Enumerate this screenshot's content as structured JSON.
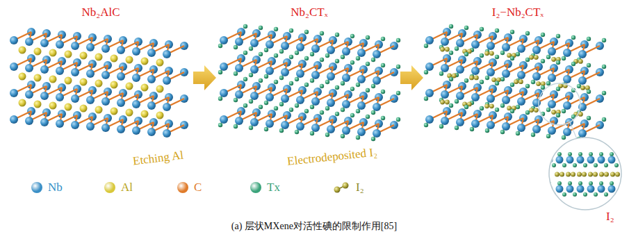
{
  "diagram": {
    "caption": "(a) 层状MXene对活性碘的限制作用[85]",
    "labels": [
      "Nb₂AlC",
      "Nb₂CTₓ",
      "I₂−Nb₂CTₓ",
      "Etching Al",
      "Electrodeposited I₂",
      "I₂"
    ],
    "legend": [
      {
        "text": "Nb",
        "color": "#3a8fc6"
      },
      {
        "text": "Al",
        "color": "#d9c83a"
      },
      {
        "text": "C",
        "color": "#e07b2a"
      },
      {
        "text": "Tx",
        "color": "#3aa37a"
      },
      {
        "text": "I₂"
      }
    ]
  }
}
